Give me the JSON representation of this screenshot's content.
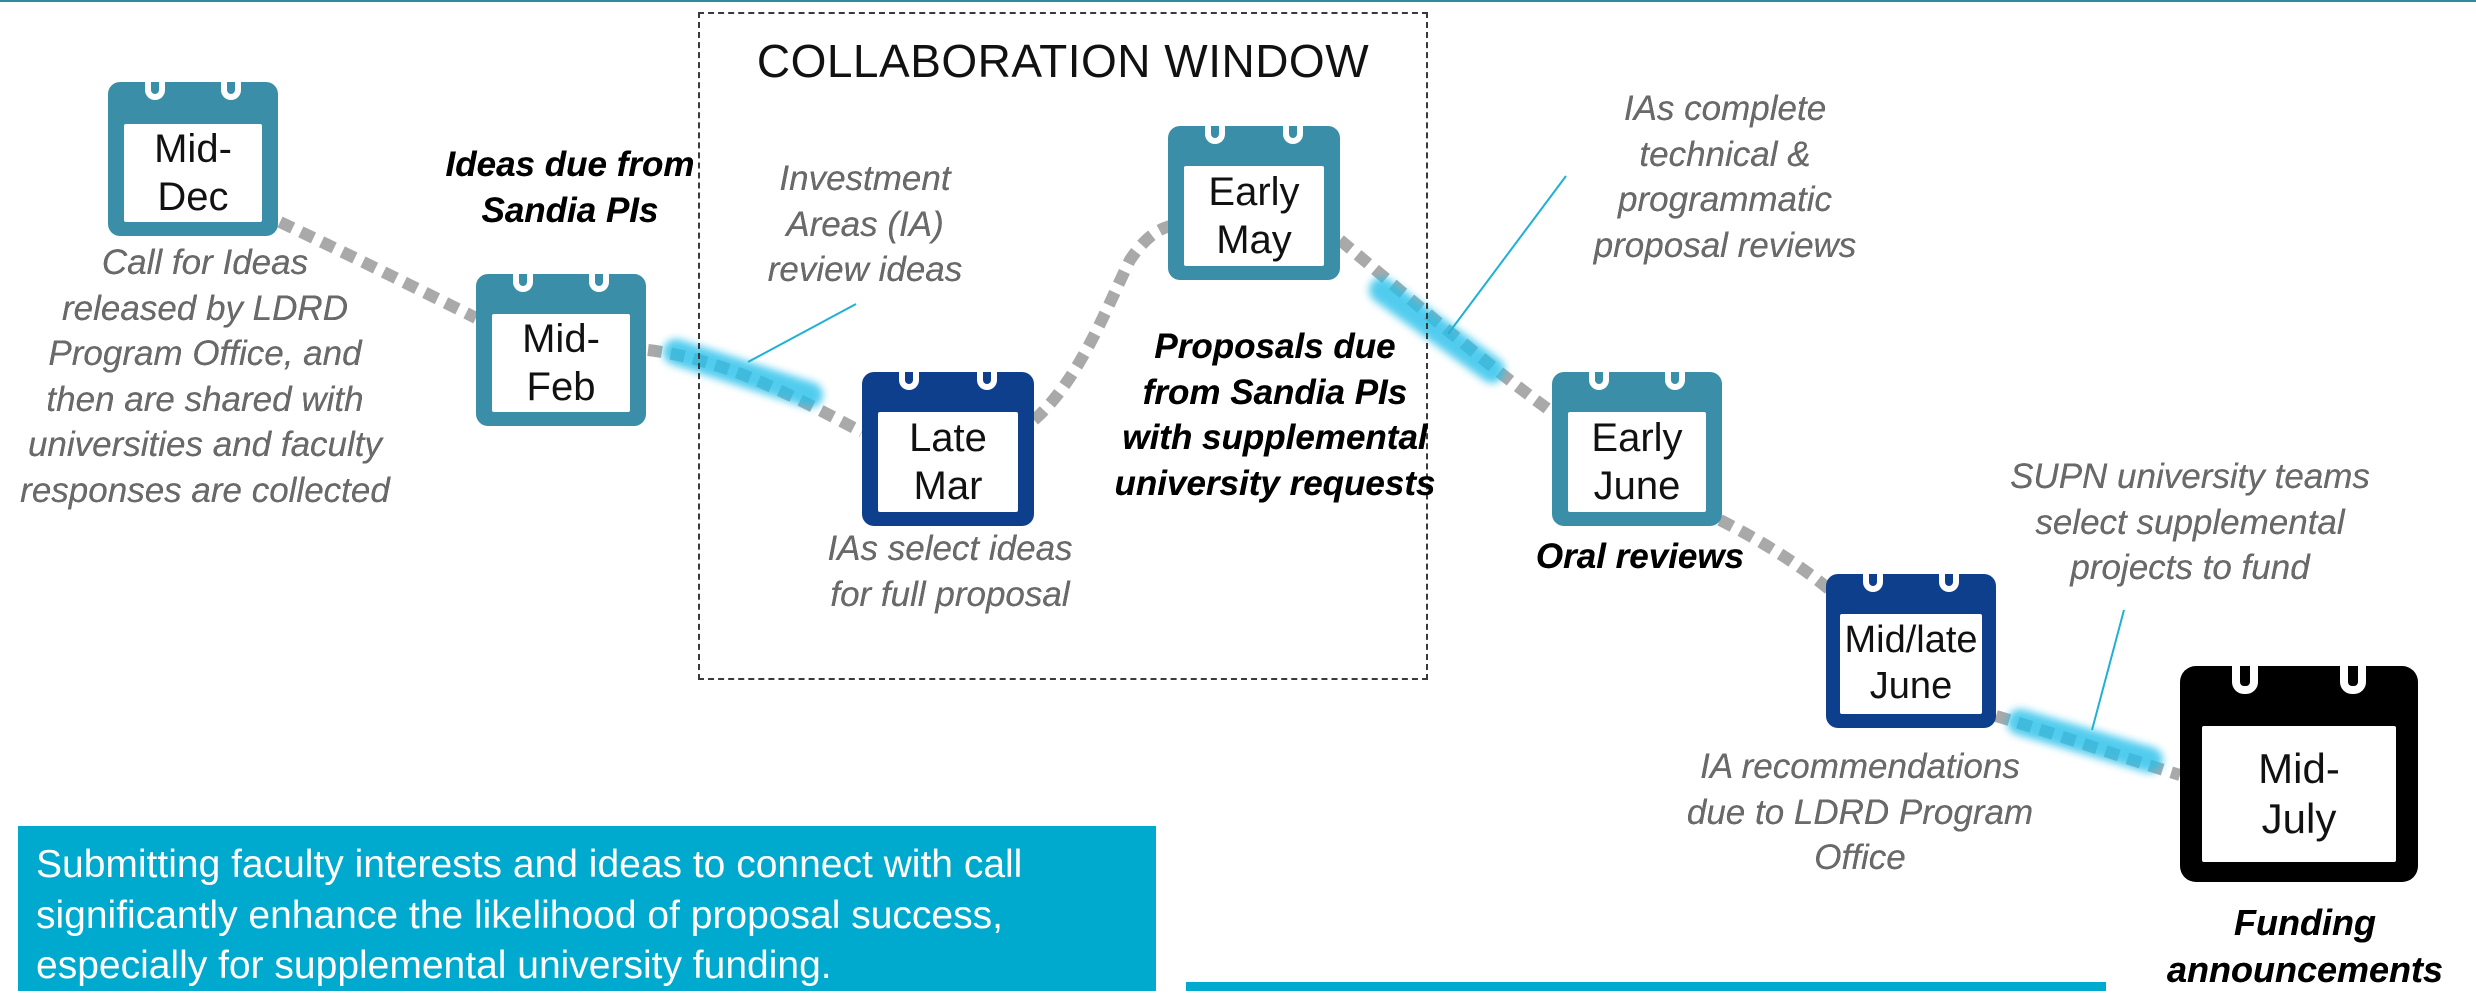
{
  "colors": {
    "teal": "#3a8ea7",
    "navy": "#0e3f8c",
    "black": "#000000",
    "accent": "#00a9ce",
    "note_text": "#6a6a6a"
  },
  "collaboration_window": {
    "title": "COLLABORATION WINDOW"
  },
  "milestones": [
    {
      "date": "Mid-\nDec",
      "style": "teal",
      "caption": "Call for Ideas\nreleased by LDRD\nProgram Office, and\nthen are shared with\nuniversities and faculty\nresponses are collected"
    },
    {
      "date": "Mid-\nFeb",
      "style": "teal",
      "caption": "Ideas due from\nSandia PIs"
    },
    {
      "date": "Late\nMar",
      "style": "navy",
      "caption": "IAs select ideas\nfor full proposal"
    },
    {
      "date": "Early\nMay",
      "style": "teal",
      "caption": "Proposals due\nfrom Sandia PIs\nwith supplemental\nuniversity requests"
    },
    {
      "date": "Early\nJune",
      "style": "teal",
      "caption": "Oral reviews"
    },
    {
      "date": "Mid/late\nJune",
      "style": "navy",
      "caption": "IA recommendations\ndue to LDRD Program\nOffice"
    },
    {
      "date": "Mid-\nJuly",
      "style": "black",
      "caption": "Funding\nannouncements"
    }
  ],
  "callouts": {
    "ia_review": "Investment\nAreas (IA)\nreview ideas",
    "ia_complete": "IAs complete\ntechnical &\nprogrammatic\nproposal reviews",
    "supn_select": "SUPN university teams\nselect supplemental\nprojects to fund"
  },
  "info_box": {
    "text": "Submitting faculty interests and ideas to connect with call significantly enhance the likelihood of proposal success, especially for supplemental university funding."
  }
}
